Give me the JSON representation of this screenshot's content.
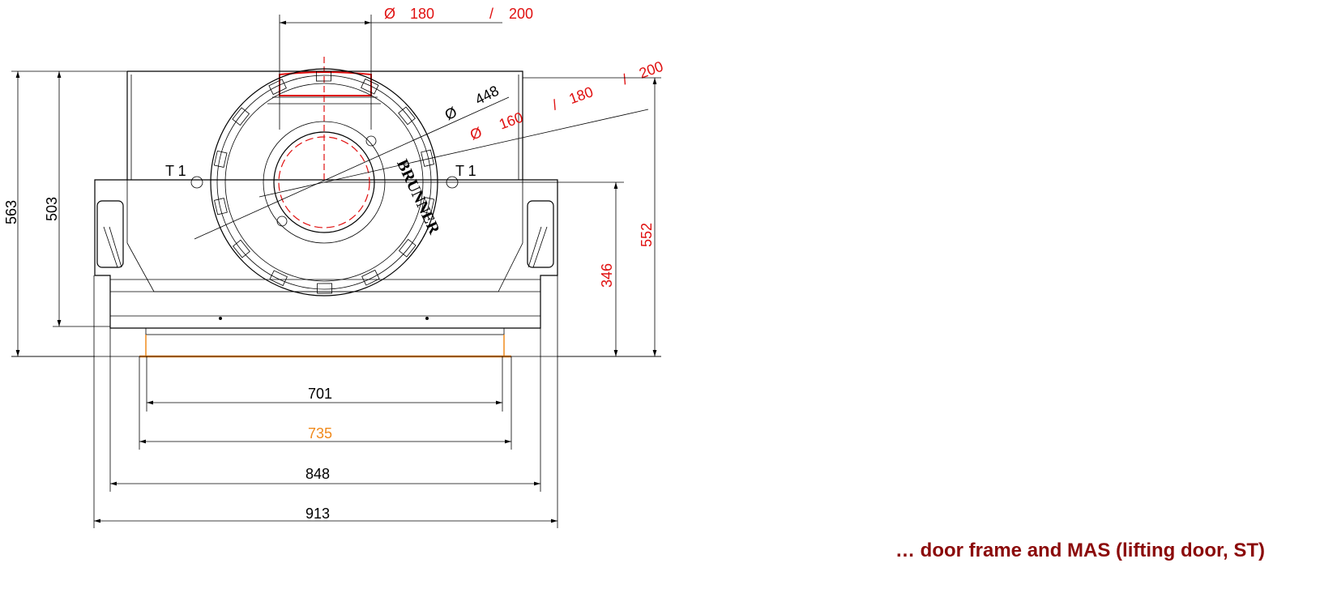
{
  "drawing": {
    "flue_top": {
      "symbol": "Ø",
      "d1": "180",
      "sep": "/",
      "d2": "200"
    },
    "flue_diag": {
      "symbol": "Ø",
      "d1": "160",
      "sep1": "/",
      "d2": "180",
      "sep2": "/",
      "d3": "200"
    },
    "ring": {
      "symbol": "Ø",
      "value": "448"
    },
    "brand": "BRUNNER",
    "t1_left": "T 1",
    "t1_right": "T 1",
    "dims": {
      "h563": "563",
      "h503": "503",
      "h552": "552",
      "h346": "346",
      "w701": "701",
      "w735": "735",
      "w848": "848",
      "w913": "913"
    },
    "colors": {
      "red": "#e01010",
      "orange": "#f08a1c",
      "caption": "#8b0a0a"
    }
  },
  "caption": "… door frame and MAS (lifting door, ST)"
}
